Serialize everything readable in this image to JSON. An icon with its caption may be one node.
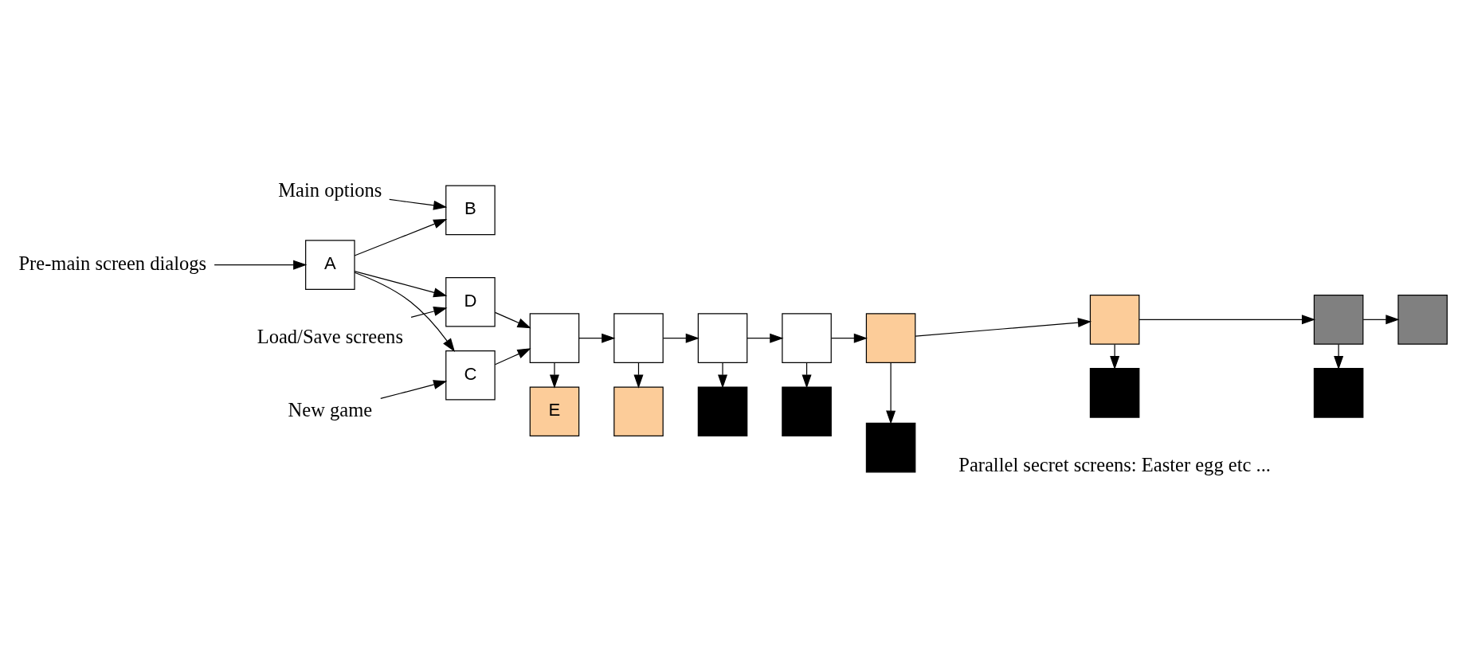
{
  "diagram": {
    "nodes": [
      {
        "text": [
          "Pre-main screen dialogs"
        ]
      },
      {
        "text": [
          "Main options"
        ]
      },
      {
        "text": [
          "New game"
        ]
      },
      {
        "text": [
          "Load/Save screens"
        ]
      },
      {
        "text": [
          "A"
        ]
      },
      {
        "text": [
          "B"
        ]
      },
      {
        "text": [
          "C"
        ]
      },
      {
        "text": [
          "D"
        ]
      },
      {
        "text": [],
        "shape": "box"
      },
      {
        "text": [
          "E"
        ]
      },
      {
        "text": [],
        "shape": "box"
      },
      {
        "text": [],
        "shape": "box"
      },
      {
        "text": [],
        "shape": "box"
      },
      {
        "text": [],
        "shape": "box"
      },
      {
        "text": [],
        "shape": "box"
      },
      {
        "text": [],
        "shape": "box"
      },
      {
        "text": [],
        "shape": "box"
      },
      {
        "text": [],
        "shape": "box"
      },
      {
        "text": [],
        "shape": "box"
      },
      {
        "text": [],
        "shape": "box"
      },
      {
        "text": [],
        "shape": "box"
      },
      {
        "text": [],
        "shape": "box"
      },
      {
        "text": [],
        "shape": "box"
      }
    ],
    "edges": [
      {
        "from": 0,
        "to": 4,
        "arrow": "to"
      },
      {
        "from": 1,
        "to": 5,
        "arrow": "to"
      },
      {
        "from": 2,
        "to": 6,
        "arrow": "to"
      },
      {
        "from": 3,
        "to": 7,
        "arrow": "to"
      },
      {
        "from": 4,
        "to": 5,
        "arrow": "to"
      },
      {
        "from": 4,
        "to": 6,
        "arrow": "to"
      },
      {
        "from": 4,
        "to": 7,
        "arrow": "to"
      },
      {
        "from": 6,
        "to": 8,
        "arrow": "to"
      },
      {
        "from": 7,
        "to": 8,
        "arrow": "to"
      },
      {
        "from": 8,
        "to": 9,
        "arrow": "to"
      },
      {
        "from": 8,
        "to": 10,
        "arrow": "to"
      },
      {
        "from": 10,
        "to": 11,
        "arrow": "to"
      },
      {
        "from": 11,
        "to": 12,
        "arrow": "to"
      },
      {
        "from": 12,
        "to": 13,
        "arrow": "to"
      },
      {
        "from": 13,
        "to": 14,
        "arrow": "to"
      },
      {
        "from": 14,
        "to": 15,
        "arrow": "to"
      },
      {
        "from": 15,
        "to": 16,
        "arrow": "to"
      },
      {
        "from": 10,
        "to": 17,
        "arrow": "to"
      },
      {
        "from": 11,
        "to": 18,
        "arrow": "to"
      },
      {
        "from": 12,
        "to": 19,
        "arrow": "to"
      },
      {
        "from": 13,
        "to": 20,
        "arrow": "to"
      },
      {
        "from": 14,
        "to": 21,
        "arrow": "to"
      },
      {
        "from": 15,
        "to": 22,
        "arrow": "to"
      }
    ],
    "labels": [
      "Parallel secret screens: Easter egg etc ..."
    ]
  }
}
